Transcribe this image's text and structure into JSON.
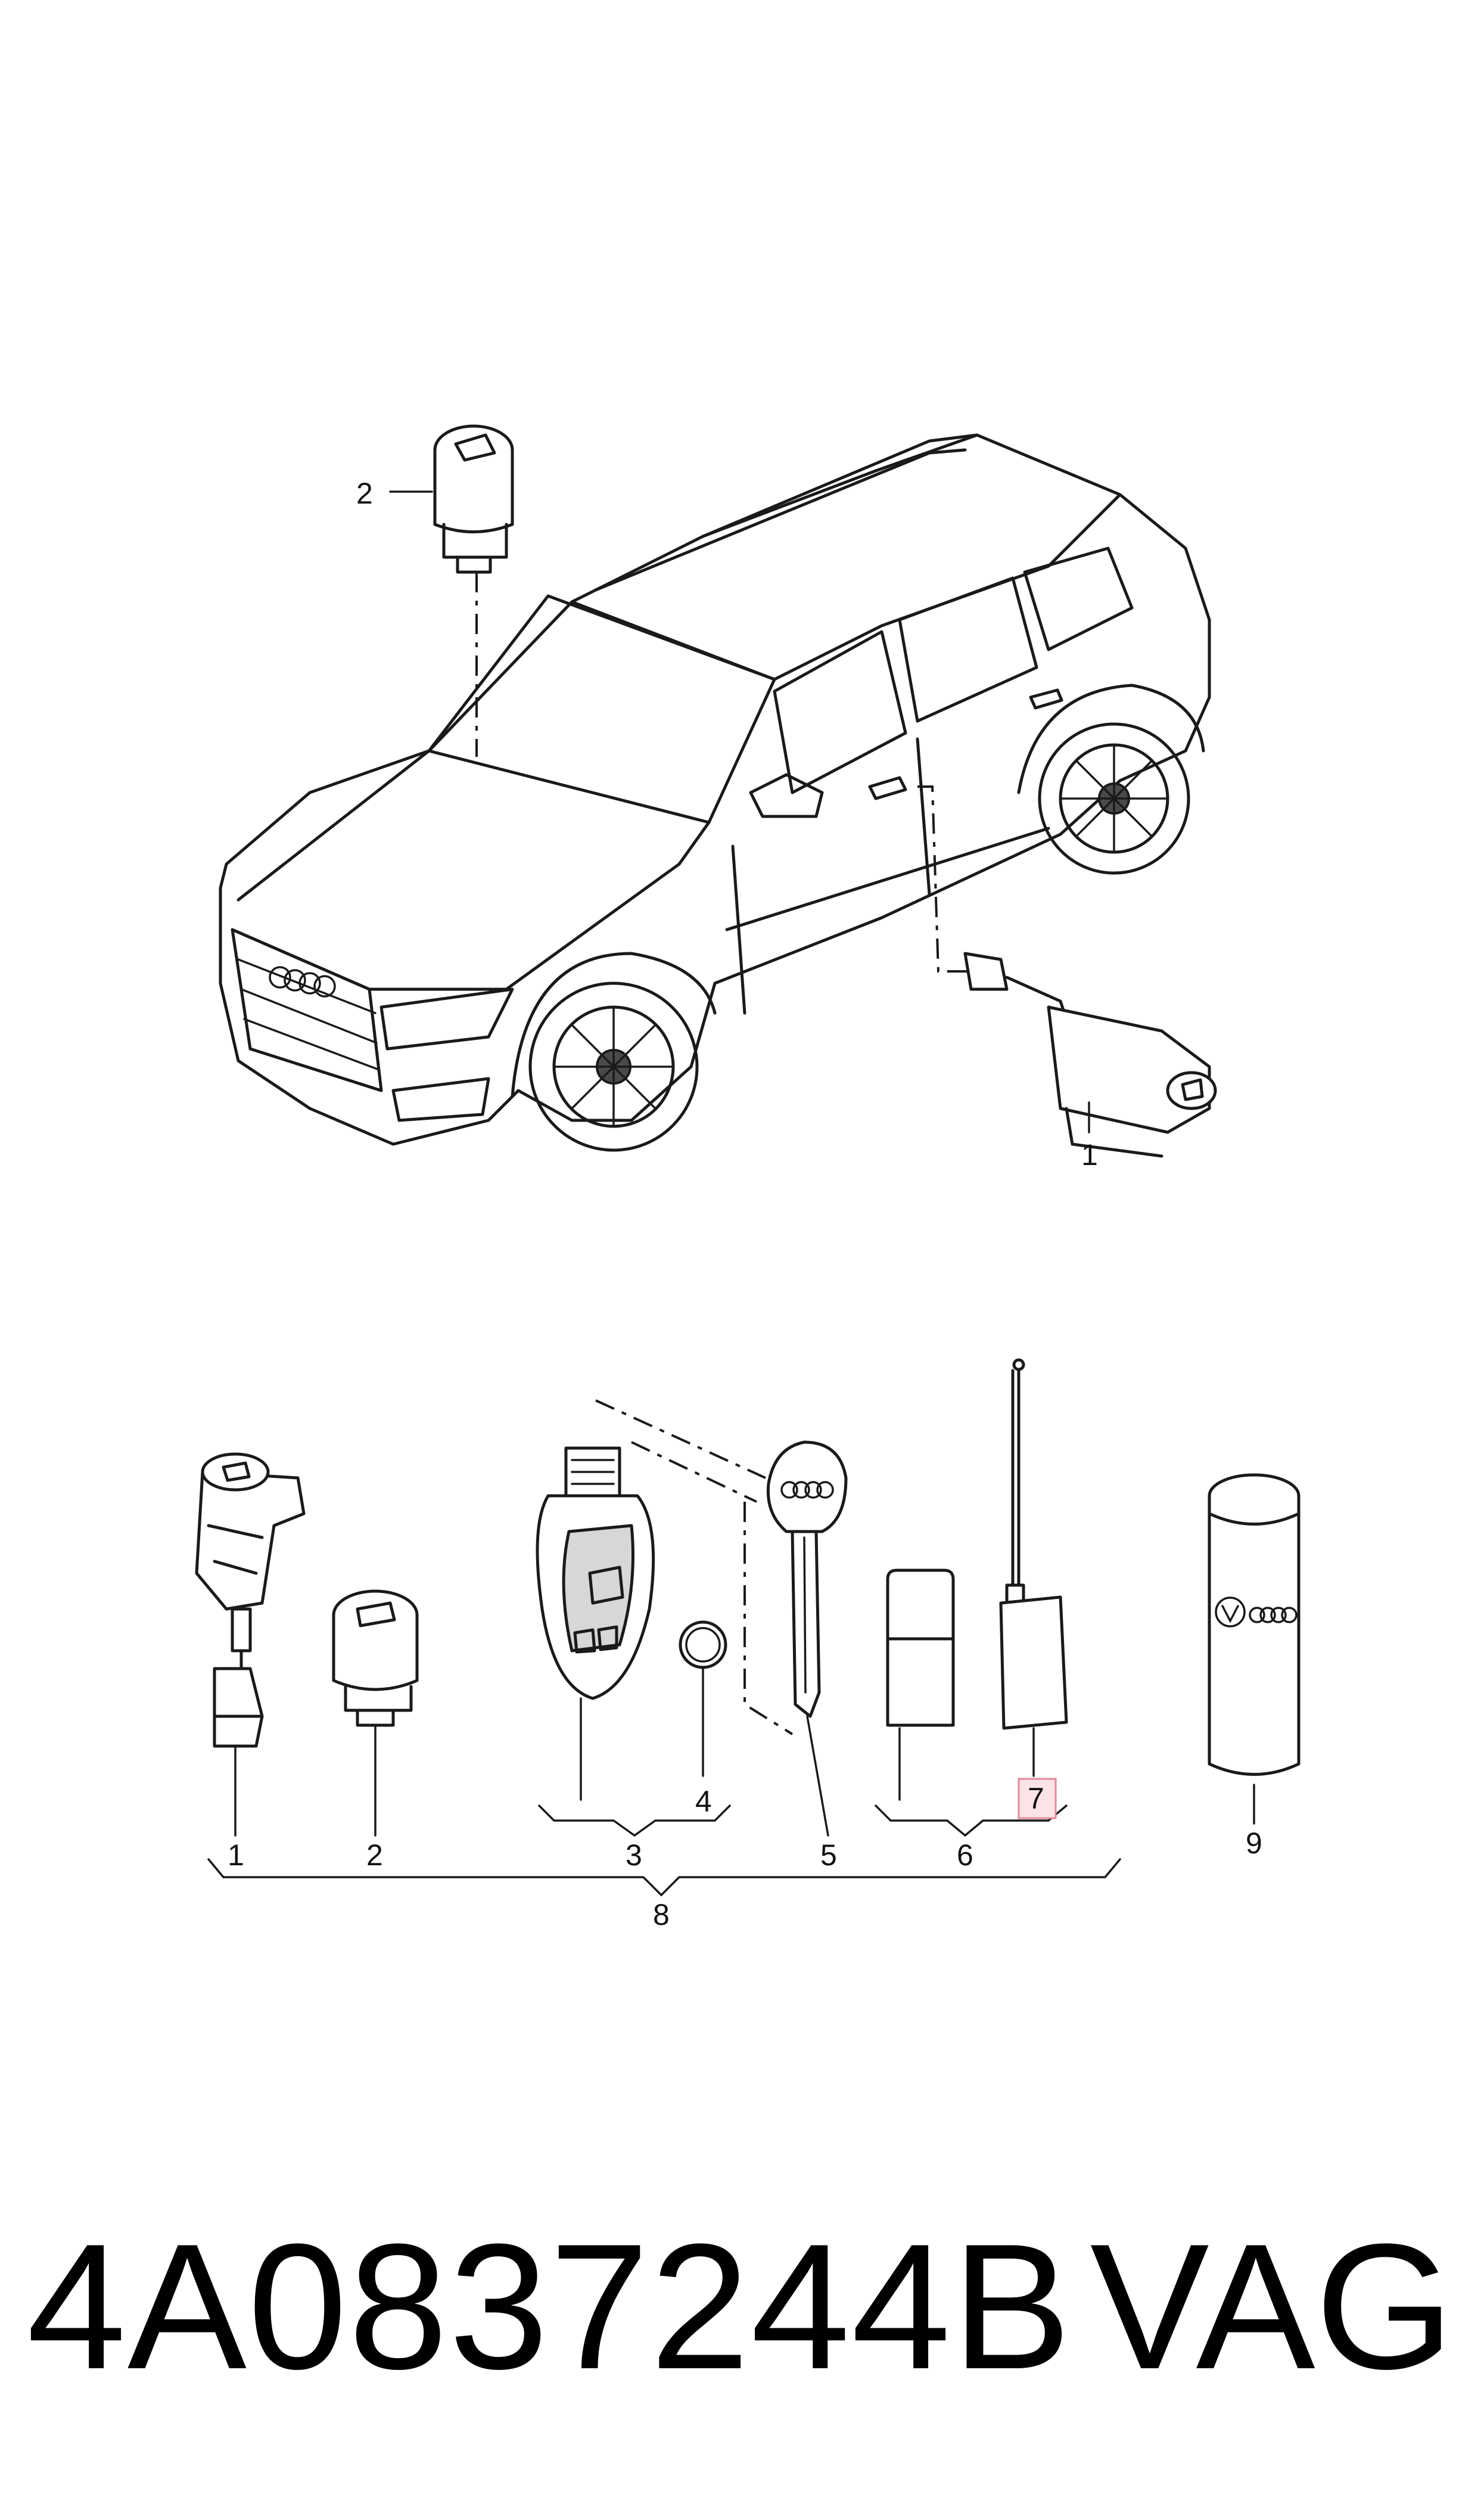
{
  "callouts": {
    "top_2": "2",
    "top_1": "1",
    "b1": "1",
    "b2": "2",
    "b3": "3",
    "b4": "4",
    "b5": "5",
    "b6": "6",
    "b7": "7",
    "b8": "8",
    "b9": "9"
  },
  "footer": {
    "part_number": "4A0837244B",
    "brand": "VAG"
  },
  "colors": {
    "line": "#1a1a1a",
    "highlight_fill": "#fbe3e6",
    "highlight_stroke": "#e28a98"
  }
}
